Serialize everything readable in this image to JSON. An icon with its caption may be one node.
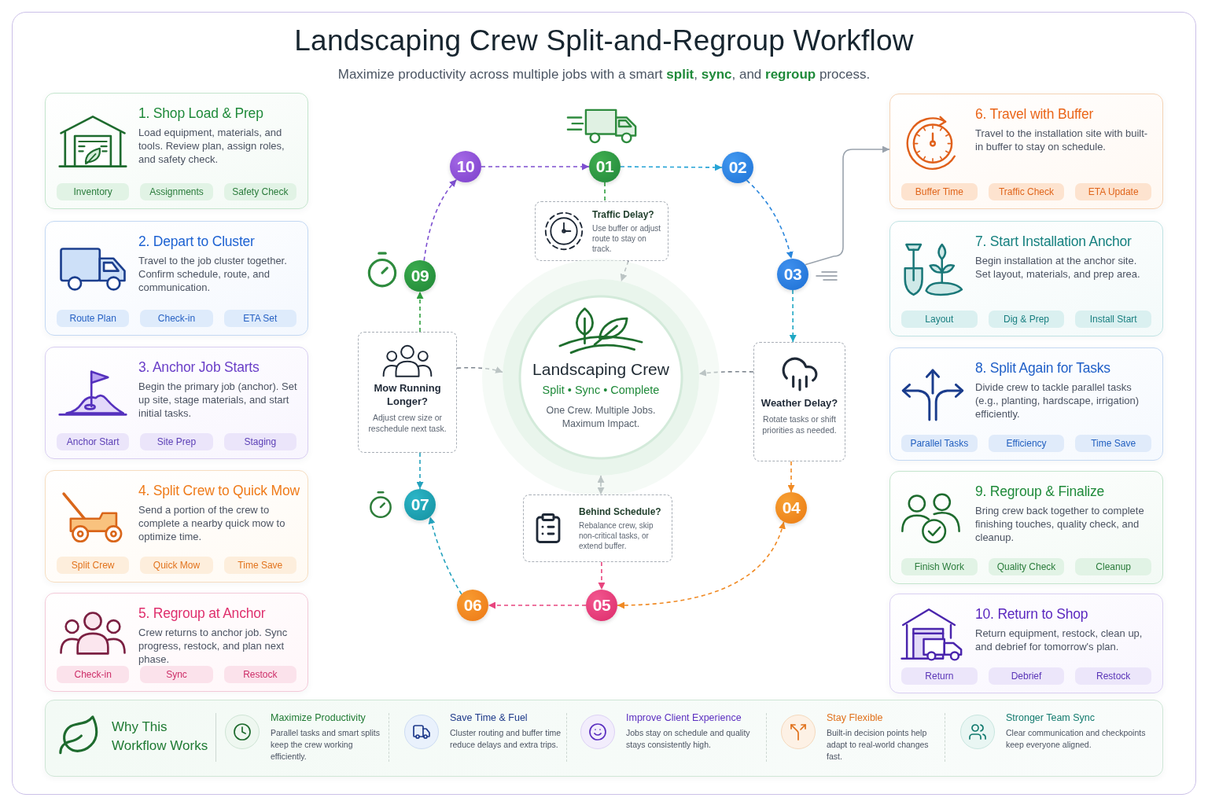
{
  "diagram": {
    "title": "Landscaping Crew Split-and-Regroup Workflow",
    "nodes": [
      {
        "text": [
          "1. Shop Load & Prep",
          "Load equipment, materials, and tools. Review plan, assign roles, and safety check."
        ]
      },
      {
        "text": [
          "Inventory"
        ],
        "in": 0
      },
      {
        "text": [
          "Assignments"
        ],
        "in": 0
      },
      {
        "text": [
          "Safety Check"
        ],
        "in": 0
      },
      {
        "text": [
          "2. Depart to Cluster",
          "Travel to the job cluster together. Confirm schedule, route, and communication."
        ]
      },
      {
        "text": [
          "Route Plan"
        ],
        "in": 4
      },
      {
        "text": [
          "Check-in"
        ],
        "in": 4
      },
      {
        "text": [
          "ETA Set"
        ],
        "in": 4
      },
      {
        "text": [
          "3. Anchor Job Starts",
          "Begin the primary job (anchor). Set up site, stage materials, and start initial tasks."
        ]
      },
      {
        "text": [
          "Anchor Start"
        ],
        "in": 8
      },
      {
        "text": [
          "Site Prep"
        ],
        "in": 8
      },
      {
        "text": [
          "Staging"
        ],
        "in": 8
      },
      {
        "text": [
          "4. Split Crew to Quick Mow",
          "Send a portion of the crew to complete a nearby quick mow to optimize time."
        ]
      },
      {
        "text": [
          "Split Crew"
        ],
        "in": 12
      },
      {
        "text": [
          "Quick Mow"
        ],
        "in": 12
      },
      {
        "text": [
          "Time Save"
        ],
        "in": 12
      },
      {
        "text": [
          "5. Regroup at Anchor",
          "Crew returns to anchor job. Sync progress, restock, and plan next phase."
        ]
      },
      {
        "text": [
          "Check-in"
        ],
        "in": 16
      },
      {
        "text": [
          "Sync"
        ],
        "in": 16
      },
      {
        "text": [
          "Restock"
        ],
        "in": 16
      },
      {
        "text": [
          "10"
        ]
      },
      {
        "text": [
          "01"
        ]
      },
      {
        "text": [
          "02"
        ]
      },
      {
        "text": [
          "Traffic Delay?",
          "Use buffer or adjust route to stay on track."
        ]
      },
      {
        "text": [
          "09"
        ]
      },
      {
        "text": [
          "03"
        ]
      },
      {
        "text": [
          "Mow Running Longer?",
          "Adjust crew size or reschedule next task."
        ]
      },
      {
        "text": [
          "Landscaping Crew",
          "Split • Sync • Complete",
          "One Crew. Multiple Jobs. Maximum Impact."
        ]
      },
      {
        "text": [
          "Weather Delay?",
          "Rotate tasks or shift priorities as needed."
        ]
      },
      {
        "text": [
          "07"
        ]
      },
      {
        "text": [
          "04"
        ]
      },
      {
        "text": [
          "Behind Schedule?",
          "Rebalance crew, skip non-critical tasks, or extend buffer."
        ]
      },
      {
        "text": [
          "06"
        ]
      },
      {
        "text": [
          "05"
        ]
      },
      {
        "text": [
          "6. Travel with Buffer",
          "Travel to the installation site with built-in buffer to stay on schedule."
        ]
      },
      {
        "text": [
          "Buffer Time"
        ],
        "in": 34
      },
      {
        "text": [
          "Traffic Check"
        ],
        "in": 34
      },
      {
        "text": [
          "ETA Update"
        ],
        "in": 34
      },
      {
        "text": [
          "7. Start Installation Anchor",
          "Begin installation at the anchor site. Set layout, materials, and prep area."
        ]
      },
      {
        "text": [
          "Layout"
        ],
        "in": 38
      },
      {
        "text": [
          "Dig & Prep"
        ],
        "in": 38
      },
      {
        "text": [
          "Install Start"
        ],
        "in": 38
      },
      {
        "text": [
          "8. Split Again for Tasks",
          "Divide crew to tackle parallel tasks (e.g., planting, hardscape, irrigation) efficiently."
        ]
      },
      {
        "text": [
          "Parallel Tasks"
        ],
        "in": 42
      },
      {
        "text": [
          "Efficiency"
        ],
        "in": 42
      },
      {
        "text": [
          "Time Save"
        ],
        "in": 42
      },
      {
        "text": [
          "9. Regroup & Finalize",
          "Bring crew back together to complete finishing touches, quality check, and cleanup."
        ]
      },
      {
        "text": [
          "Finish Work"
        ],
        "in": 46
      },
      {
        "text": [
          "Quality Check"
        ],
        "in": 46
      },
      {
        "text": [
          "Cleanup"
        ],
        "in": 46
      },
      {
        "text": [
          "10. Return to Shop",
          "Return equipment, restock, clean up, and debrief for tomorrow's plan."
        ]
      },
      {
        "text": [
          "Return"
        ],
        "in": 50
      },
      {
        "text": [
          "Debrief"
        ],
        "in": 50
      },
      {
        "text": [
          "Restock"
        ],
        "in": 50
      },
      {
        "text": [
          "Why This Workflow Works",
          "Maximize Productivity",
          "Parallel tasks and smart splits keep the crew working efficiently.",
          "Save Time & Fuel",
          "Cluster routing and buffer time reduce delays and extra trips.",
          "Improve Client Experience",
          "Jobs stay on schedule and quality stays consistently high.",
          "Stay Flexible",
          "Built-in decision points help adapt to real-world changes fast.",
          "Stronger Team Sync",
          "Clear communication and checkpoints keep everyone aligned."
        ]
      }
    ],
    "edges": [
      {
        "from": 20,
        "to": 21,
        "arrow": "to",
        "style": "dashed",
        "color": "#7d4fd0"
      },
      {
        "from": 21,
        "to": 22,
        "arrow": "to",
        "style": "dashed",
        "color": "#27a4d6"
      },
      {
        "from": 22,
        "to": 25,
        "arrow": "to",
        "style": "dashed",
        "color": "#2a86dc"
      },
      {
        "from": 25,
        "to": 28,
        "arrow": "to",
        "style": "dashed",
        "color": "#1fa7c4"
      },
      {
        "from": 28,
        "to": 30,
        "arrow": "to",
        "style": "dashed",
        "color": "#f08a24"
      },
      {
        "from": 30,
        "to": 33,
        "arrow": "both",
        "style": "dashed",
        "color": "#f08a24"
      },
      {
        "from": 33,
        "to": 32,
        "arrow": "to",
        "style": "dashed",
        "color": "#e8457f"
      },
      {
        "from": 31,
        "to": 33,
        "arrow": "to",
        "style": "dashed",
        "color": "#e8457f"
      },
      {
        "from": 27,
        "to": 31,
        "arrow": "both",
        "style": "dashed",
        "color": "#7f8790"
      },
      {
        "from": 32,
        "to": 29,
        "arrow": "to",
        "style": "dashed",
        "color": "#25a2bd"
      },
      {
        "from": 26,
        "to": 29,
        "arrow": "to",
        "style": "dashed",
        "color": "#25a2bd"
      },
      {
        "from": 26,
        "to": 24,
        "arrow": "to",
        "style": "dashed",
        "color": "#2e9e3e"
      },
      {
        "from": 24,
        "to": 20,
        "arrow": "to",
        "style": "dashed",
        "color": "#7d4fd0"
      },
      {
        "from": 21,
        "to": 23,
        "arrow": "none",
        "style": "dashed",
        "color": "#2e9e3e"
      },
      {
        "from": 23,
        "to": 27,
        "arrow": "to",
        "style": "dashed",
        "color": "#7f8790"
      },
      {
        "from": 26,
        "to": 27,
        "arrow": "to",
        "style": "dashed",
        "color": "#7f8790"
      },
      {
        "from": 28,
        "to": 27,
        "arrow": "to",
        "style": "dashed",
        "color": "#7f8790"
      },
      {
        "from": 25,
        "to": 34,
        "arrow": "to",
        "color": "#9aa3ad"
      }
    ],
    "labels": [
      "Maximize productivity across multiple jobs with a smart **split**, **sync**, and **regroup** process."
    ]
  }
}
